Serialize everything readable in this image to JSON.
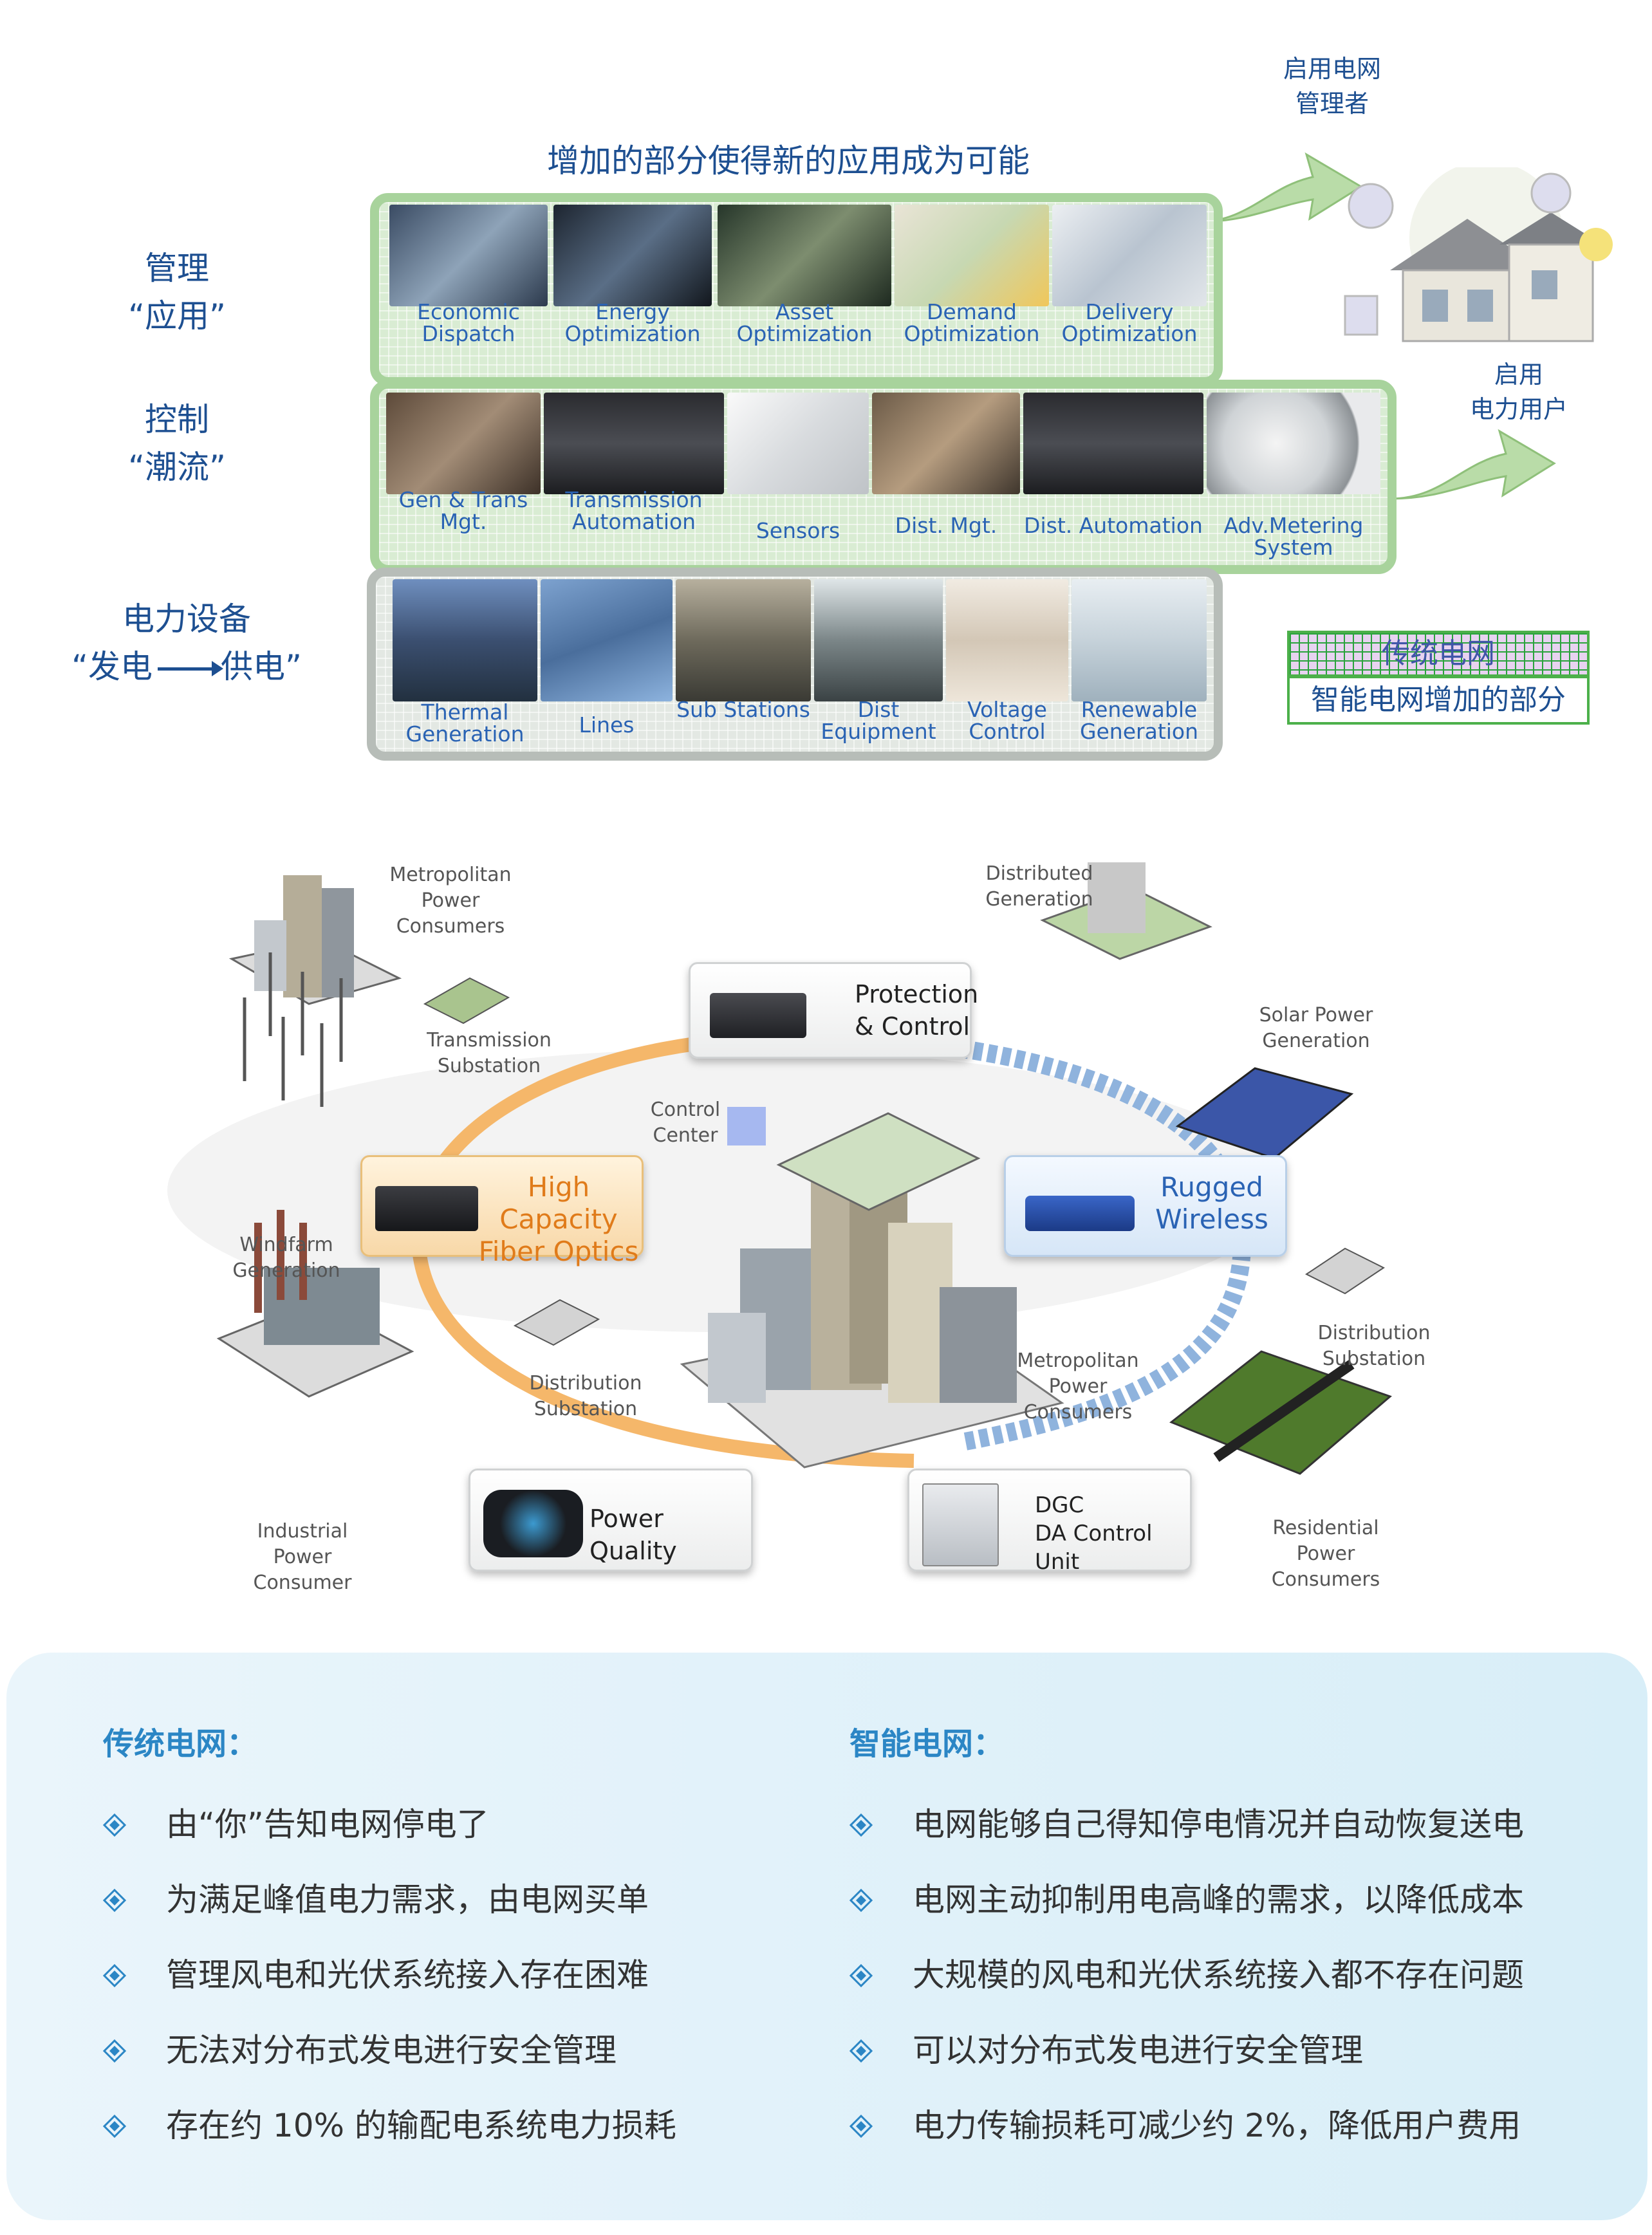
{
  "top": {
    "title": "增加的部分使得新的应用成为可能",
    "side_labels": {
      "management": {
        "line1": "管理",
        "line2": "“应用”"
      },
      "control": {
        "line1": "控制",
        "line2": "“潮流”"
      },
      "equipment": {
        "line1": "电力设备",
        "line2_left": "“发电",
        "line2_right": "供电”"
      }
    },
    "apps_row": [
      "Economic Dispatch",
      "Energy Optimization",
      "Asset Optimization",
      "Demand Optimization",
      "Delivery Optimization"
    ],
    "control_row": [
      "Gen & Trans Mgt.",
      "Transmission Automation",
      "Sensors",
      "Dist. Mgt.",
      "Dist. Automation",
      "Adv.Metering System"
    ],
    "equipment_row": [
      "Thermal Generation",
      "Lines",
      "Sub Stations",
      "Dist Equipment",
      "Voltage Control",
      "Renewable Generation"
    ],
    "enable_manager": {
      "line1": "启用电网",
      "line2": "管理者"
    },
    "enable_user": {
      "line1": "启用",
      "line2": "电力用户"
    },
    "legend": {
      "traditional": "传统电网",
      "smart_added": "智能电网增加的部分"
    }
  },
  "diagram": {
    "labels": {
      "metro_top": "Metropolitan Power Consumers",
      "transmission_sub": "Transmission Substation",
      "windfarm": "Windfarm Generation",
      "industrial": "Industrial Power Consumer",
      "distributed_gen": "Distributed Generation",
      "solar": "Solar Power Generation",
      "control_center": "Control Center",
      "distribution_sub_left": "Distribution Substation",
      "metro_center": "Metropolitan Power Consumers",
      "distribution_sub_right": "Distribution Substation",
      "residential": "Residential Power Consumers"
    },
    "callouts": {
      "protection": "Protection & Control",
      "fiber": "High Capacity Fiber Optics",
      "wireless": "Rugged Wireless",
      "power_quality": "Power Quality",
      "dgc_line1": "DGC",
      "dgc_line2": "DA Control Unit"
    },
    "colors": {
      "ring_orange": "#f5b76a",
      "ring_blue": "#8fb3dd"
    }
  },
  "comparison": {
    "traditional": {
      "title": "传统电网：",
      "items": [
        "由“你”告知电网停电了",
        "为满足峰值电力需求，由电网买单",
        "管理风电和光伏系统接入存在困难",
        "无法对分布式发电进行安全管理",
        "存在约 10% 的输配电系统电力损耗"
      ]
    },
    "smart": {
      "title": "智能电网：",
      "items": [
        "电网能够自己得知停电情况并自动恢复送电",
        "电网主动抑制用电高峰的需求，以降低成本",
        "大规模的风电和光伏系统接入都不存在问题",
        "可以对分布式发电进行安全管理",
        "电力传输损耗可减少约 2%，降低用户费用"
      ]
    },
    "colors": {
      "title": "#2b86c5",
      "bullet": "#2b86c5"
    }
  }
}
